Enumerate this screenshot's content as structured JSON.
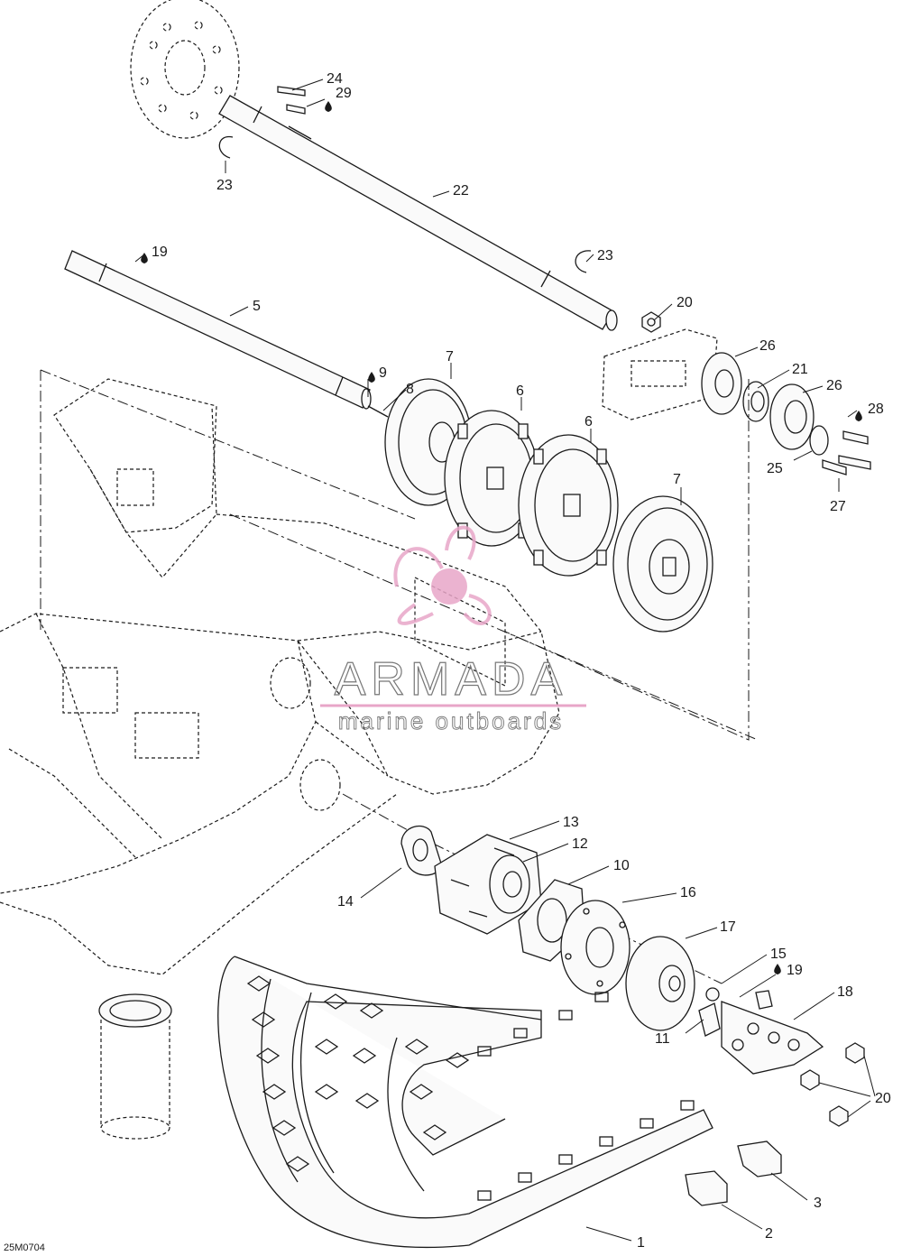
{
  "diagram_id": "25M0704",
  "watermark": {
    "brand": "ARMADA",
    "tagline": "marine outboards",
    "color": "#e8a6c8"
  },
  "callouts": [
    "24",
    "29",
    "23",
    "22",
    "19",
    "23",
    "5",
    "20",
    "9",
    "8",
    "7",
    "6",
    "6",
    "7",
    "26",
    "21",
    "26",
    "28",
    "25",
    "27",
    "13",
    "12",
    "10",
    "14",
    "16",
    "17",
    "15",
    "19",
    "18",
    "11",
    "20",
    "3",
    "2",
    "1"
  ],
  "oil_symbol": "drop-icon"
}
